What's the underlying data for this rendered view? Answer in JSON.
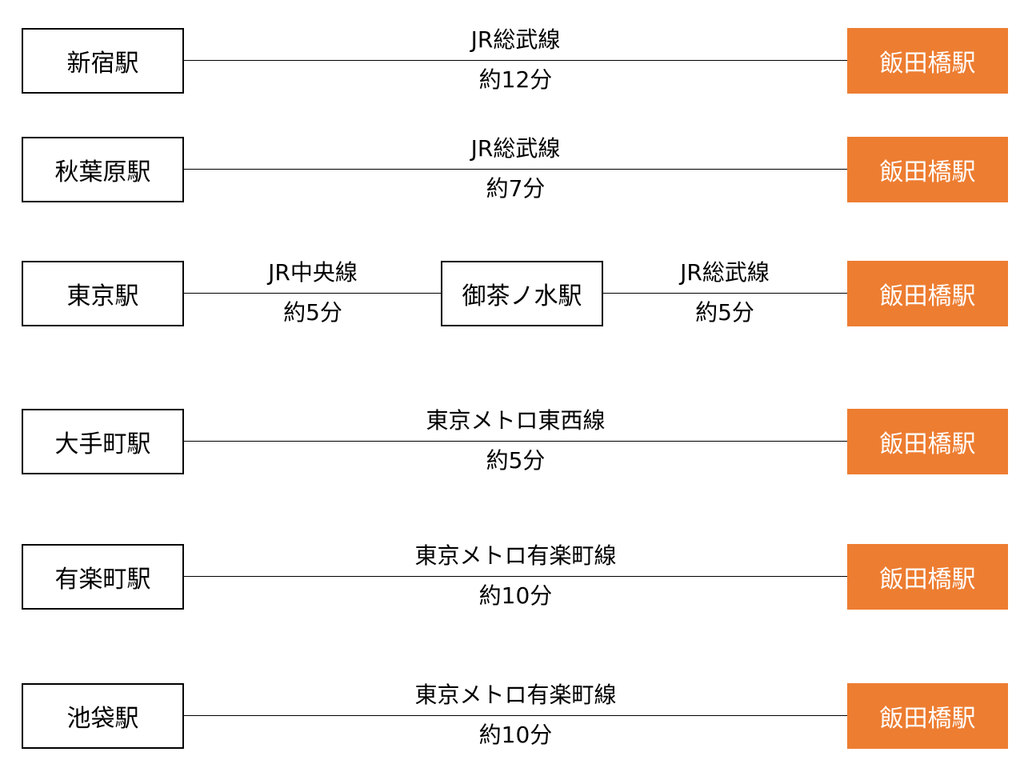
{
  "accent_color": "#ED7D31",
  "destination": "飯田橋駅",
  "routes": [
    {
      "origin": "新宿駅",
      "line": "JR総武線",
      "time": "約12分"
    },
    {
      "origin": "秋葉原駅",
      "line": "JR総武線",
      "time": "約7分"
    },
    {
      "origin": "東京駅",
      "leg1": {
        "line": "JR中央線",
        "time": "約5分"
      },
      "transfer": "御茶ノ水駅",
      "leg2": {
        "line": "JR総武線",
        "time": "約5分"
      }
    },
    {
      "origin": "大手町駅",
      "line": "東京メトロ東西線",
      "time": "約5分"
    },
    {
      "origin": "有楽町駅",
      "line": "東京メトロ有楽町線",
      "time": "約10分"
    },
    {
      "origin": "池袋駅",
      "line": "東京メトロ有楽町線",
      "time": "約10分"
    }
  ]
}
